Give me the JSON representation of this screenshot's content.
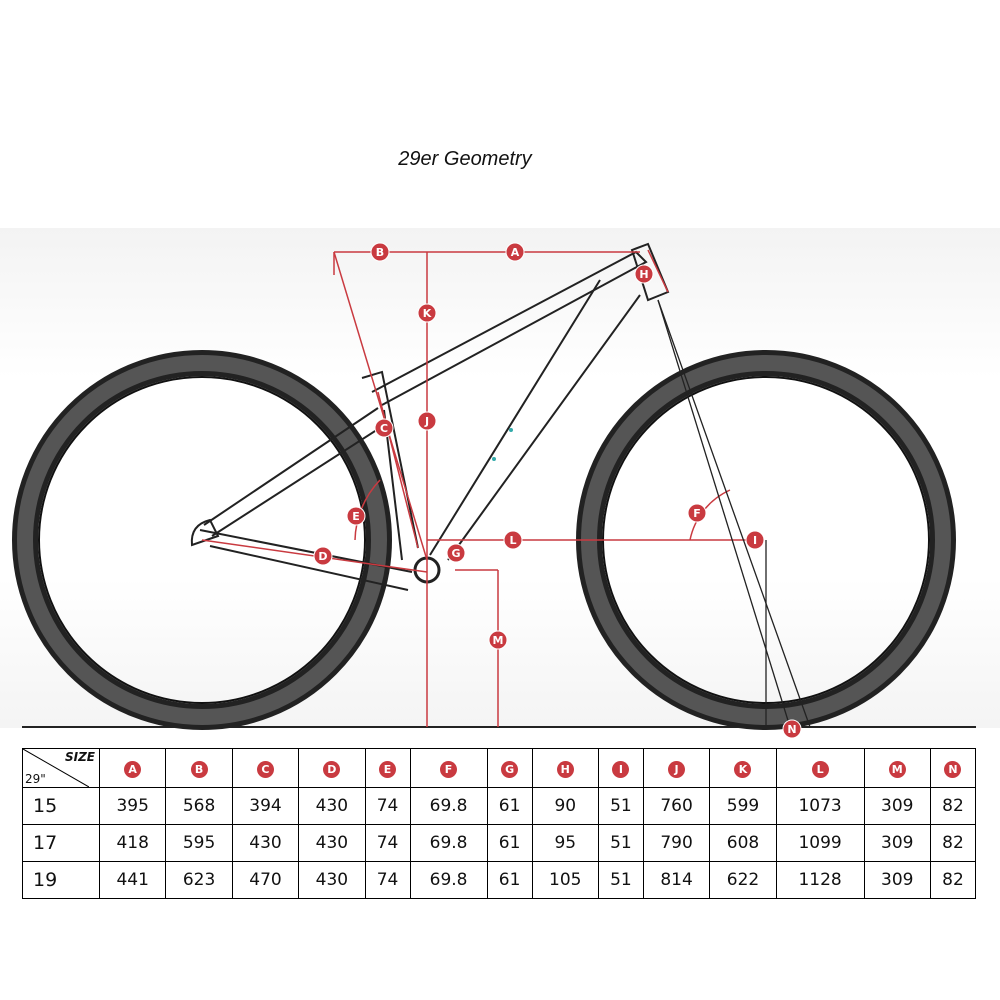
{
  "title": "29er Geometry",
  "accent_color": "#c93a40",
  "diagram_labels": [
    "A",
    "B",
    "C",
    "D",
    "E",
    "F",
    "G",
    "H",
    "I",
    "J",
    "K",
    "L",
    "M",
    "N"
  ],
  "table": {
    "corner_size": "SIZE",
    "corner_wheel": "29\"",
    "columns": [
      "A",
      "B",
      "C",
      "D",
      "E",
      "F",
      "G",
      "H",
      "I",
      "J",
      "K",
      "L",
      "M",
      "N"
    ],
    "rows": [
      {
        "size": "15",
        "values": [
          "395",
          "568",
          "394",
          "430",
          "74",
          "69.8",
          "61",
          "90",
          "51",
          "760",
          "599",
          "1073",
          "309",
          "82"
        ]
      },
      {
        "size": "17",
        "values": [
          "418",
          "595",
          "430",
          "430",
          "74",
          "69.8",
          "61",
          "95",
          "51",
          "790",
          "608",
          "1099",
          "309",
          "82"
        ]
      },
      {
        "size": "19",
        "values": [
          "441",
          "623",
          "470",
          "430",
          "74",
          "69.8",
          "61",
          "105",
          "51",
          "814",
          "622",
          "1128",
          "309",
          "82"
        ]
      }
    ]
  }
}
